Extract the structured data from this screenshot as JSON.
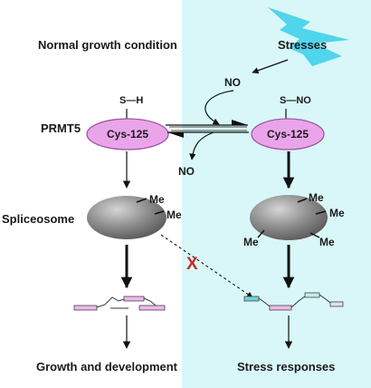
{
  "labels": {
    "normal_condition": "Normal growth condition",
    "stresses": "Stresses",
    "no_in": "NO",
    "no_out": "NO",
    "prmt5": "PRMT5",
    "spliceosome": "Spliceosome",
    "growth": "Growth and development",
    "stress_responses": "Stress responses",
    "blocked_mark": "X"
  },
  "left_enzyme": {
    "residue": "Cys-125",
    "group": "S—H"
  },
  "right_enzyme": {
    "residue": "Cys-125",
    "group": "S—NO"
  },
  "methyl": {
    "label": "Me",
    "left_count": 2,
    "right_count": 4
  },
  "colors": {
    "stress_panel": "#d9f7f8",
    "lightning": "#3fd0ea",
    "enzyme_fill": "#eaa5ea",
    "spliceosome_fill": "#7d7d7d",
    "exon_pink": "#f0b8ee",
    "exon_teal": "#6fd3d3",
    "exon_light_teal": "#bfeee8",
    "blocked_mark": "#cc2b1e",
    "text": "#1a1a1a"
  }
}
